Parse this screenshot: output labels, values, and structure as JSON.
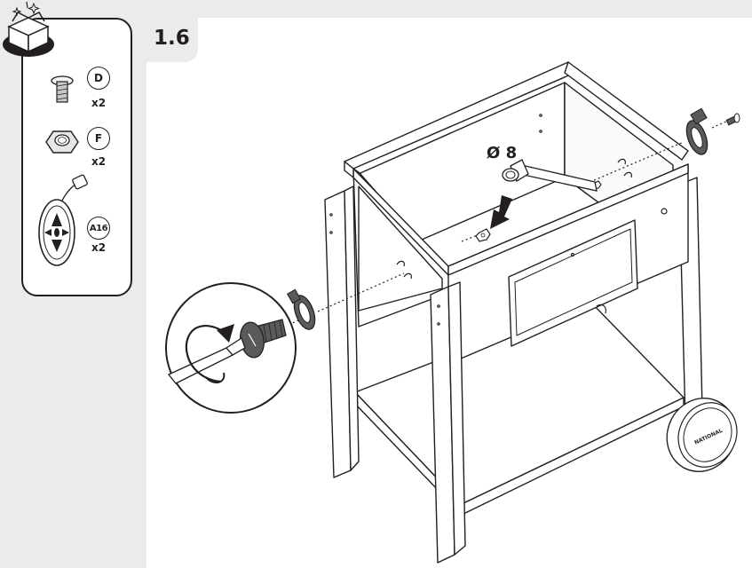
{
  "step": {
    "number": "1.6"
  },
  "parts": [
    {
      "label": "D",
      "quantity": "x2",
      "icon": "screw-icon"
    },
    {
      "label": "F",
      "quantity": "x2",
      "icon": "nut-icon"
    },
    {
      "label": "A16",
      "quantity": "x2",
      "icon": "wheel-icon"
    }
  ],
  "annotations": {
    "diameter": "Ø 8"
  },
  "wheel_brand": "NATIONAL",
  "colors": {
    "line": "#231f20",
    "background": "#ebebeb",
    "panel": "#ffffff",
    "dark_part": "#5a5a5a"
  }
}
